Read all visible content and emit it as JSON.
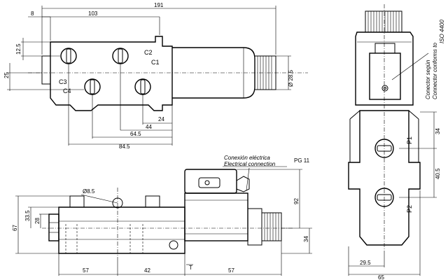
{
  "top_view": {
    "dims": {
      "overall_length": "191",
      "to_center": "103",
      "offset": "8",
      "upper_height": "12.5",
      "port_height": "25",
      "coil_diameter": "Ø 28.5",
      "d24": "24",
      "d44": "44",
      "d64": "64.5",
      "d84": "84.5"
    },
    "ports": {
      "c1": "C1",
      "c2": "C2",
      "c3": "C3",
      "c4": "C4"
    }
  },
  "side_view": {
    "dims": {
      "connector_label_top": "Conector según",
      "connector_label_bottom": "Connector conforms to",
      "connector_standard": "ISO 4400",
      "d34": "34",
      "d40": "40.5",
      "d29": "29.5",
      "d65": "65"
    },
    "ports": {
      "p1": "P1",
      "p2": "P2"
    }
  },
  "front_view": {
    "callouts": {
      "conexion_es": "Conexión eléctrica",
      "conexion_en": "Electrical connection",
      "pg_label": "PG 11",
      "hole_label": "Ø8.5"
    },
    "dims": {
      "d67": "67",
      "d335": "33.5",
      "d28": "28",
      "d92": "92",
      "d34": "34",
      "b57a": "57",
      "b42": "42",
      "b57b": "57",
      "t_label": "T"
    }
  }
}
